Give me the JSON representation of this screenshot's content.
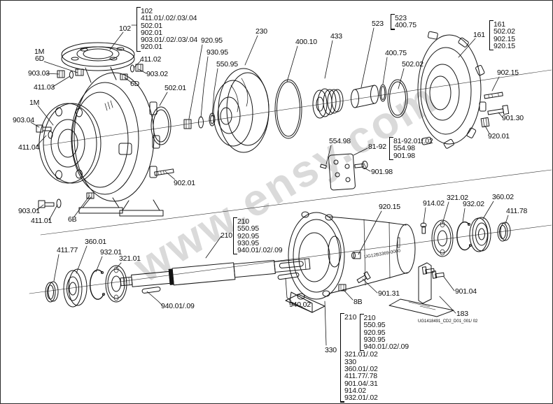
{
  "watermark_text": "www.ensy.com",
  "body_marking": "UG12B3369-0000",
  "drawing_number": "UG1418491_CD2_D01_001/ 02",
  "callouts": {
    "c102": "102",
    "c1M": "1M",
    "c6D": "6D",
    "c6B": "6B",
    "c8B": "8B",
    "c411_01": "411.01",
    "c411_02": "411.02",
    "c411_03": "411.03",
    "c411_04": "411.04",
    "c903_01": "903.01",
    "c903_02": "903.02",
    "c903_03": "903.03",
    "c903_04": "903.04",
    "c502_01": "502.01",
    "c902_01": "902.01",
    "c920_95": "920.95",
    "c930_95": "930.95",
    "c550_95": "550.95",
    "c230": "230",
    "c400_10": "400.10",
    "c433": "433",
    "c523": "523",
    "c400_75": "400.75",
    "c502_02": "502.02",
    "c161": "161",
    "c902_15": "902.15",
    "c901_30": "901.30",
    "c920_01": "920.01",
    "c554_98": "554.98",
    "c81_92": "81-92",
    "c901_98": "901.98",
    "c920_15": "920.15",
    "c914_02": "914.02",
    "c321_02": "321.02",
    "c932_02": "932.02",
    "c360_02": "360.02",
    "c411_78": "411.78",
    "c901_04": "901.04",
    "c411_77": "411.77",
    "c360_01": "360.01",
    "c932_01": "932.01",
    "c321_01": "321.01",
    "c940_01_09": "940.01/.09",
    "c210": "210",
    "c940_02": "940.02",
    "c901_31": "901.31",
    "c330": "330",
    "c183": "183"
  },
  "groups": {
    "pump_assembly": {
      "lines": [
        "102",
        "411.01/.02/.03/.04",
        "502.01",
        "902.01",
        "903.01/.02/.03/.04",
        "920.01"
      ]
    },
    "sleeve_set": {
      "lines": [
        "523",
        "400.75"
      ]
    },
    "cover_set": {
      "lines": [
        "161",
        "502.02",
        "902.15",
        "920.15"
      ]
    },
    "guard_set": {
      "lines": [
        "81-92.01/.02",
        "554.98",
        "901.98"
      ]
    },
    "rotor_set": {
      "lines": [
        "210",
        "550.95",
        "920.95",
        "930.95",
        "940.01/.02/.09"
      ]
    },
    "drive_unit": {
      "sub_label": "210",
      "sub_lines": [
        "210",
        "550.95",
        "920.95",
        "930.95",
        "940.01/.02/.09"
      ],
      "lines": [
        "321.01/.02",
        "330",
        "360.01/.02",
        "411.77/.78",
        "901.04/.31",
        "914.02",
        "932.01/.02"
      ]
    }
  }
}
